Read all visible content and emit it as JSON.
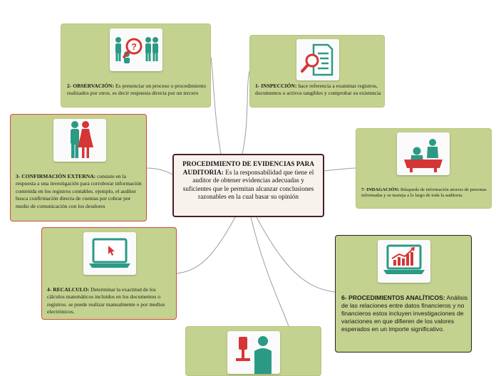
{
  "center": {
    "title": "PROCEDIMIENTO DE EVIDENCIAS PARA AUDITORIA:",
    "body": "Es la responsabilidad que tiene el auditor de obtener evidencias adecuadas y suficientes que le permitan alcanzar conclusiones razonables en la cual basar su opinión"
  },
  "nodes": [
    {
      "key": "observacion",
      "title": "2- OBSERVACIÓN:",
      "body": "Es presenciar un proceso o procedimiento realizados por otros. es decir respuesta directa por un tercero",
      "icon": "people-question-icon",
      "border": "#b6c67e"
    },
    {
      "key": "inspeccion",
      "title": "1- INSPECCIÓN:",
      "body": "hace referencia a examinar registros, documentos o activos tangibles y comprobar su  existencia",
      "icon": "document-magnifier-icon",
      "border": "#b6c67e"
    },
    {
      "key": "confirmacion",
      "title": "3- CONFIRMACIÓN EXTERNA:",
      "body": "consiste en la respuesta a una investigación para corroborar información contenida en los registros contables. ejemplo, el auditor  busca confirmación directa de cuentas por cobrar por medio de comunicación con los deudores",
      "icon": "man-woman-icon",
      "border": "#d64a3c"
    },
    {
      "key": "indagacion",
      "title": "7- INDAGACIÓN:",
      "body": "Búsqueda de información atraves de personas  informadas y se maneja a lo largo de toda la auditoria.",
      "icon": "meeting-icon",
      "border": "#b6c67e"
    },
    {
      "key": "recalculo",
      "title": "4- RECALCULO:",
      "body": "Determinar  la exactitud de los cálculos matemáticos incluidos en los documentos o registros. se puede realizar manualmente o por medios electrónicos.",
      "icon": "laptop-cursor-icon",
      "border": "#d64a3c"
    },
    {
      "key": "analiticos",
      "title": "6- PROCEDIMIENTOS ANALÍTICOS:",
      "body": "Análisis de las relaciones entre datos financieros y no financieros estos incluyen investigaciones de variaciones en que difieren de los valores esperados en un importe significativo.",
      "icon": "laptop-chart-icon",
      "border": "#222222"
    },
    {
      "key": "reejecucion",
      "title": "",
      "body": "",
      "icon": "person-computer-icon",
      "border": "#b6c67e"
    }
  ],
  "colors": {
    "node_fill": "#c3d28f",
    "center_fill": "#f7f3ec",
    "center_border": "#4a1f28",
    "teal": "#2b9a85",
    "red": "#d63535",
    "link": "#9a9ea3"
  }
}
